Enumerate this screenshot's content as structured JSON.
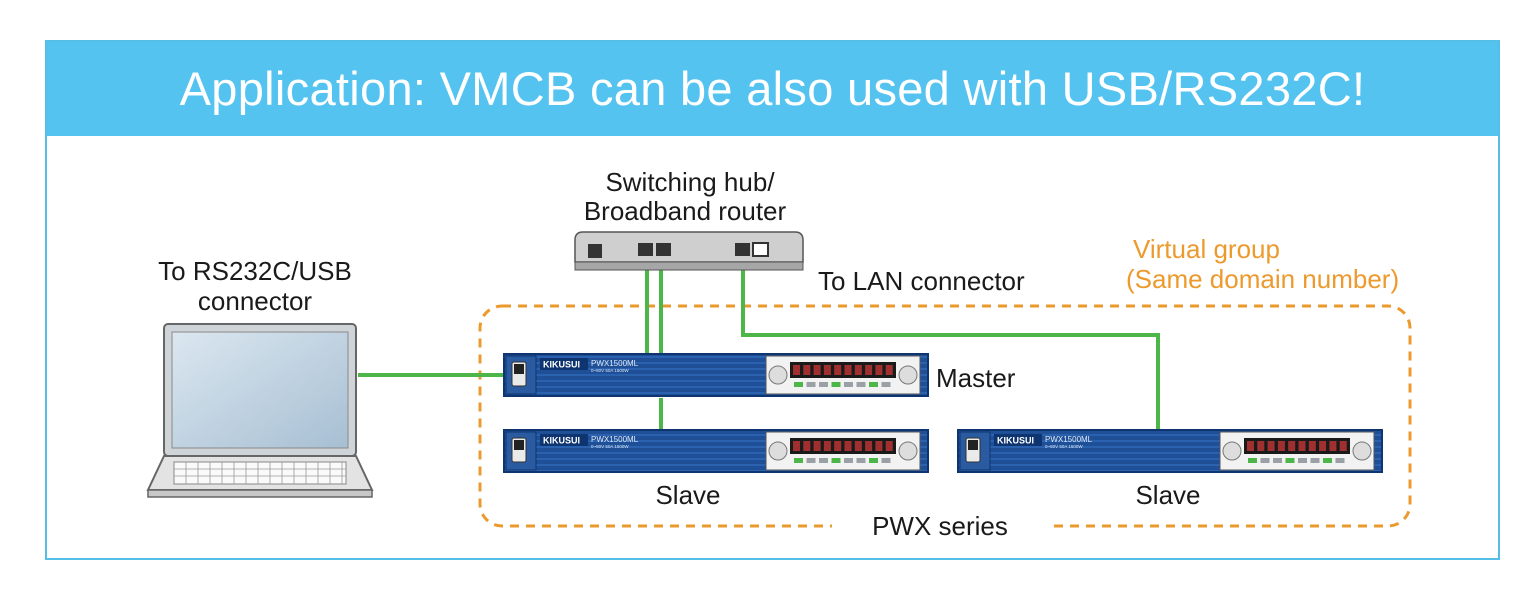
{
  "title": "Application: VMCB can be also used with USB/RS232C!",
  "labels": {
    "hub_line1": "Switching hub/",
    "hub_line2": "Broadband router",
    "rs_line1": "To RS232C/USB",
    "rs_line2": "connector",
    "lan": "To LAN connector",
    "vg_line1": "Virtual group",
    "vg_line2": "(Same domain number)",
    "master": "Master",
    "slave1": "Slave",
    "slave2": "Slave",
    "series": "PWX series"
  },
  "devices": {
    "brand": "KIKUSUI",
    "model": "PWX1500ML",
    "spec": "0~80V 50A 1500W"
  },
  "colors": {
    "header": "#55c3f0",
    "frame": "#55bfe7",
    "cable": "#4cb748",
    "group_outline": "#ec9a2d",
    "device_body": "#1e4f97"
  }
}
